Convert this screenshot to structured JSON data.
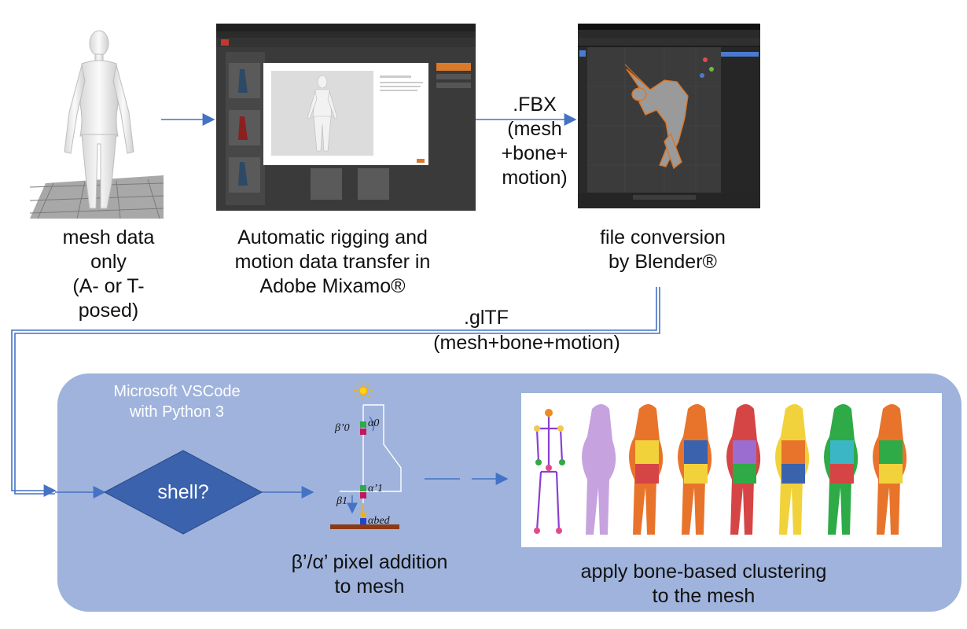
{
  "step1": {
    "caption_lines": [
      "mesh data",
      "only",
      "(A- or T-",
      "posed)"
    ]
  },
  "step2": {
    "caption_lines": [
      "Automatic rigging and",
      "motion data transfer in",
      "Adobe Mixamo®"
    ]
  },
  "arrow_fbx": {
    "lines": [
      ".FBX",
      "(mesh",
      "+bone+",
      "motion)"
    ]
  },
  "step3": {
    "caption_lines": [
      "file conversion",
      "by Blender®"
    ]
  },
  "arrow_gltf": {
    "lines": [
      ".glTF",
      "(mesh+bone+motion)"
    ]
  },
  "panel": {
    "title_lines": [
      "Microsoft VSCode",
      "with Python 3"
    ]
  },
  "decision": {
    "label": "shell?"
  },
  "step4": {
    "caption_lines": [
      "β’/α’ pixel addition",
      "to mesh"
    ],
    "labels": {
      "alpha0": "α0",
      "beta0": "β’0",
      "alpha1": "α’1",
      "beta1": "β1",
      "alphabed": "αbed"
    }
  },
  "step5": {
    "caption_lines": [
      "apply bone-based clustering",
      "to the mesh"
    ]
  },
  "colors": {
    "arrow": "#4472c4",
    "panel": "#9fb3dc",
    "diamond": "#3b62ad"
  }
}
